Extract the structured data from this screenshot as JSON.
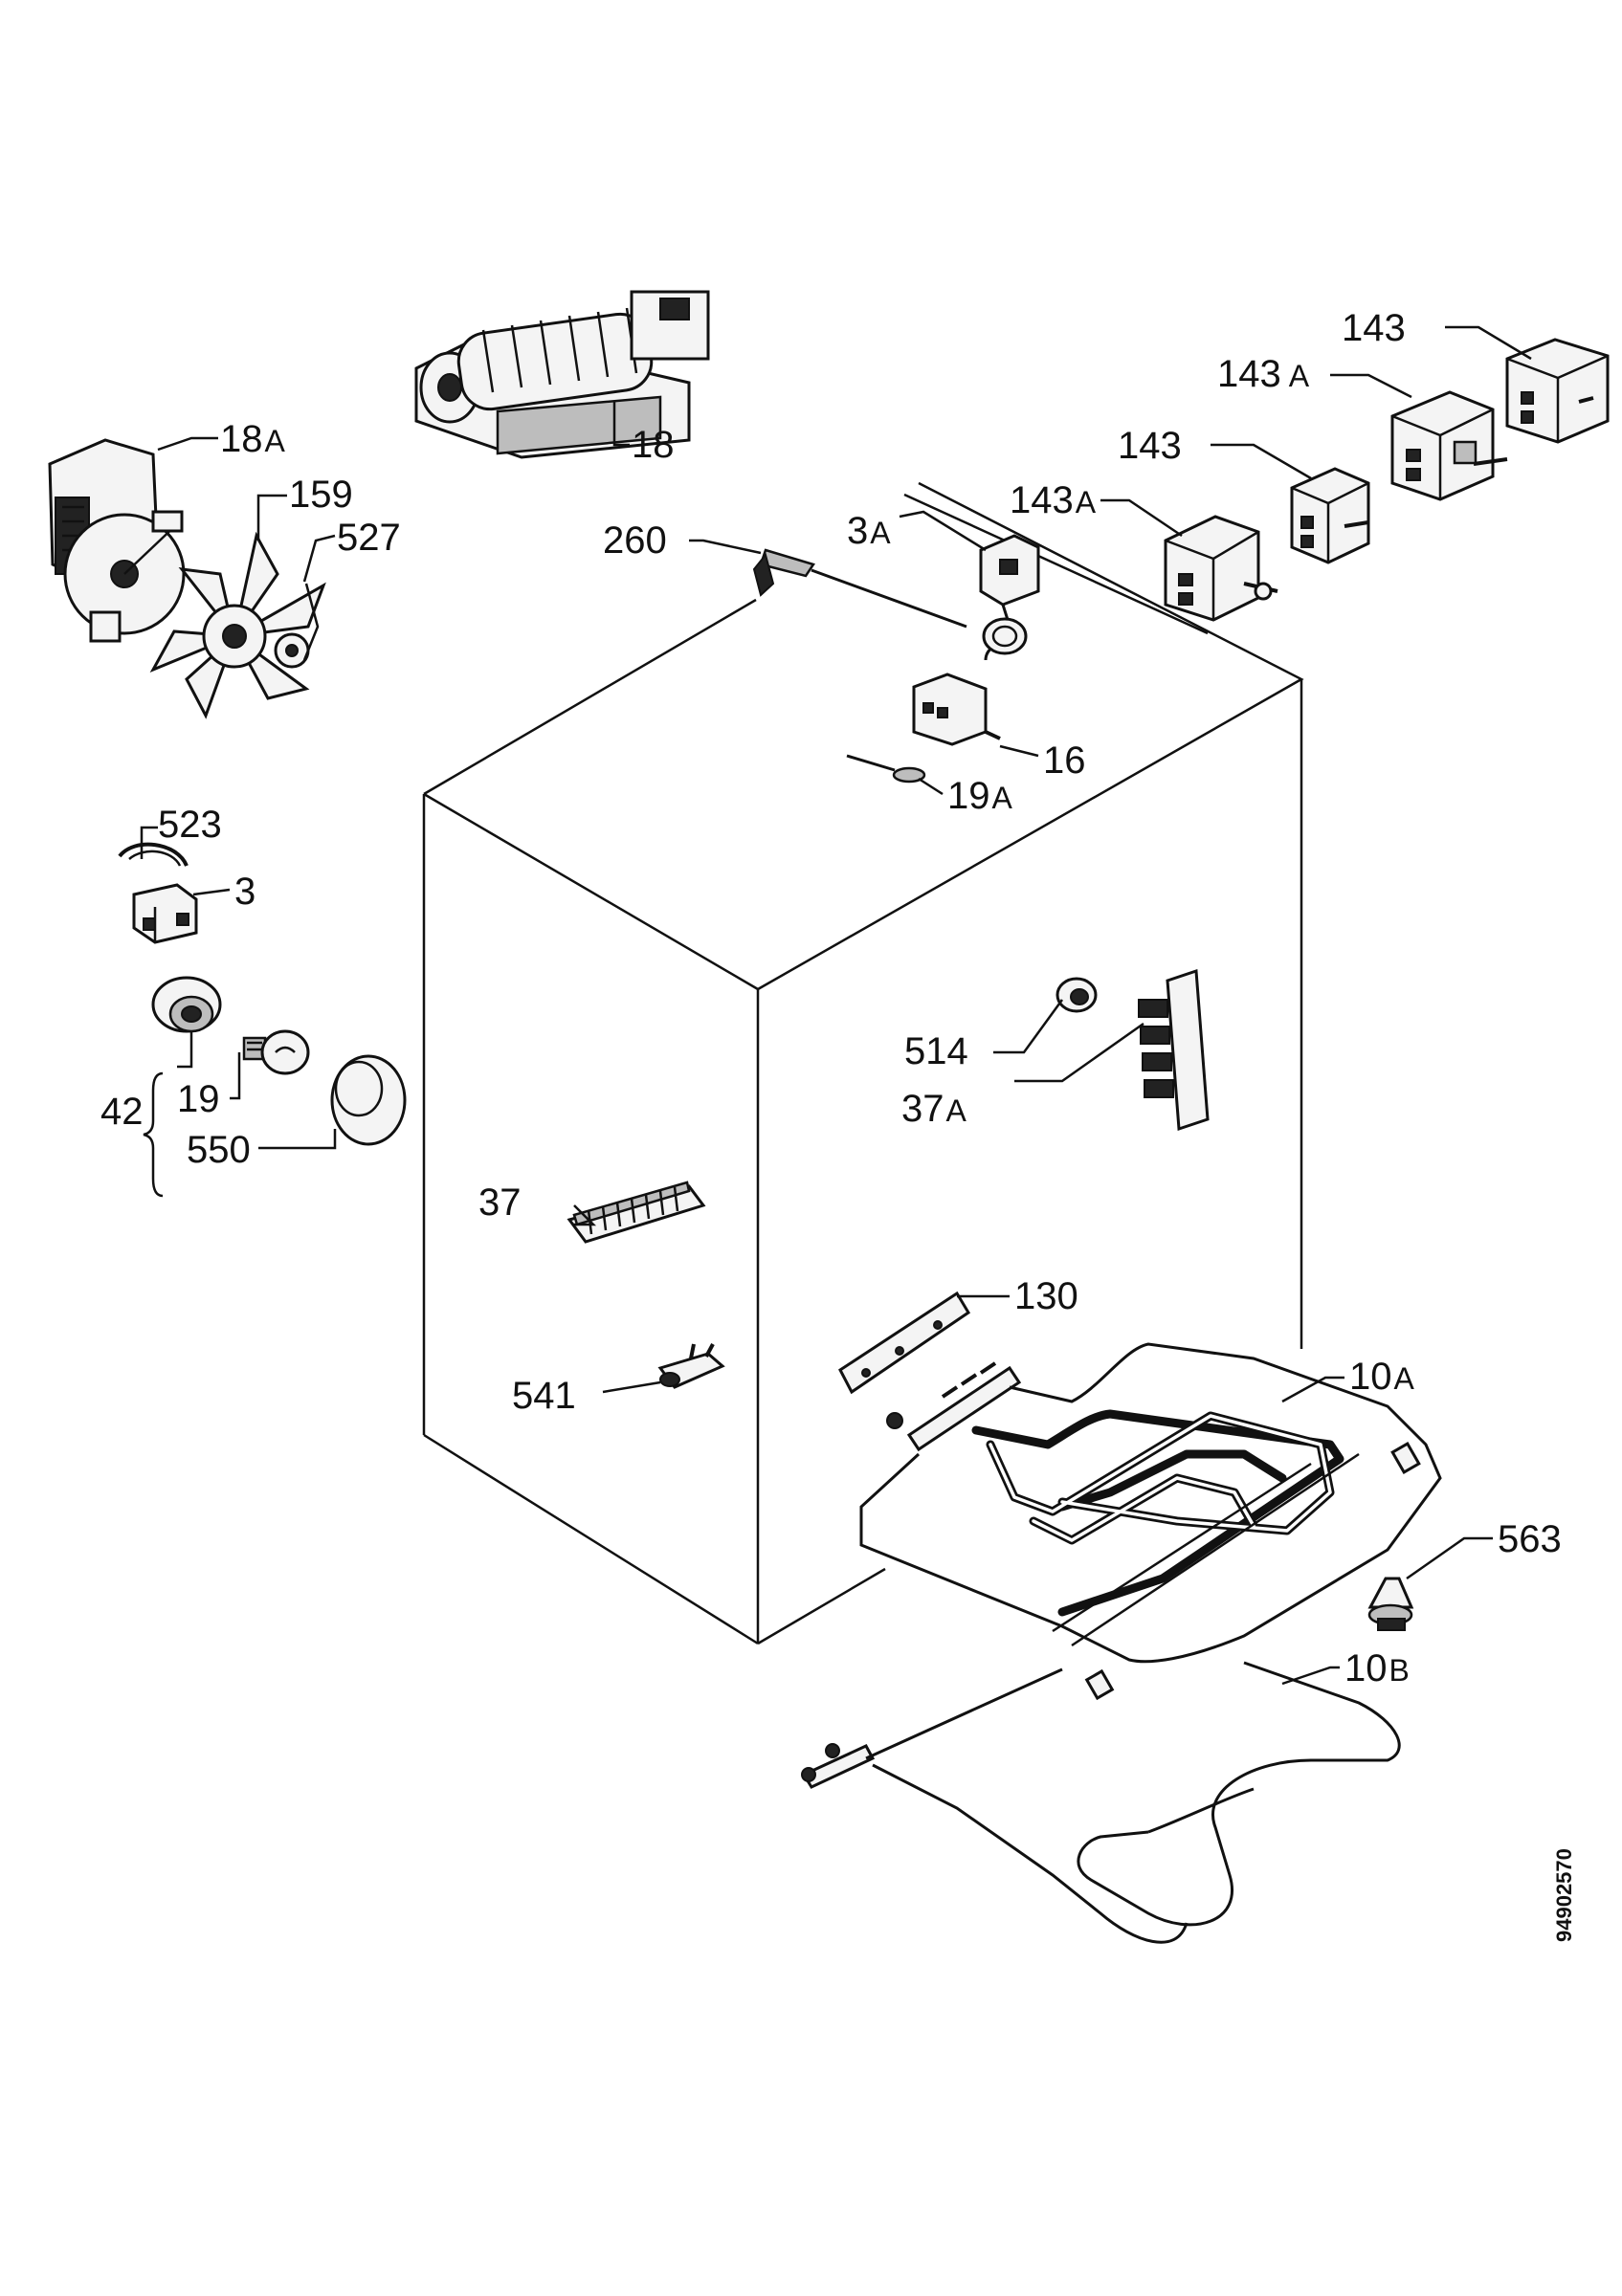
{
  "labels": {
    "p18a": {
      "num": "18",
      "suffix": "A"
    },
    "p18": {
      "num": "18"
    },
    "p159": {
      "num": "159"
    },
    "p527": {
      "num": "527"
    },
    "p260": {
      "num": "260"
    },
    "p3a": {
      "num": "3",
      "suffix": "A"
    },
    "p143_top": {
      "num": "143"
    },
    "p143a_upper": {
      "num": "143",
      "suffix": "A"
    },
    "p143_mid": {
      "num": "143"
    },
    "p143a_lower": {
      "num": "143",
      "suffix": "A"
    },
    "p16": {
      "num": "16"
    },
    "p19a": {
      "num": "19",
      "suffix": "A"
    },
    "p523": {
      "num": "523"
    },
    "p3": {
      "num": "3"
    },
    "p42": {
      "num": "42"
    },
    "p19": {
      "num": "19"
    },
    "p550": {
      "num": "550"
    },
    "p514": {
      "num": "514"
    },
    "p37a": {
      "num": "37",
      "suffix": "A"
    },
    "p37": {
      "num": "37"
    },
    "p130": {
      "num": "130"
    },
    "p541": {
      "num": "541"
    },
    "p10a": {
      "num": "10",
      "suffix": "A"
    },
    "p563": {
      "num": "563"
    },
    "p10b": {
      "num": "10",
      "suffix": "B"
    }
  },
  "document_number": "94902570"
}
